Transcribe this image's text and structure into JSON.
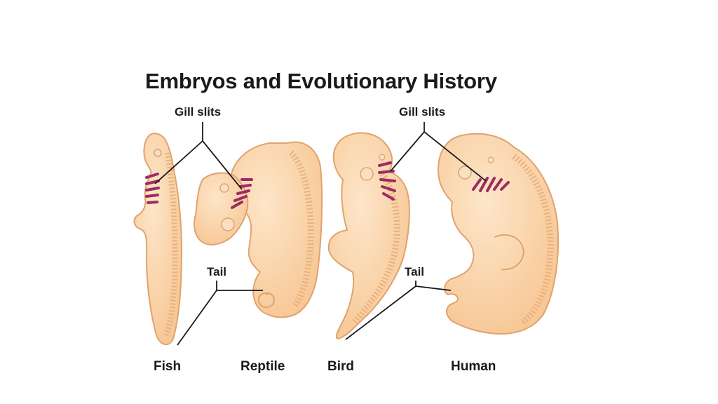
{
  "title": "Embryos and Evolutionary History",
  "labels": {
    "gill_slits_left": "Gill slits",
    "gill_slits_right": "Gill slits",
    "tail_left": "Tail",
    "tail_right": "Tail"
  },
  "embryos": [
    {
      "name": "Fish"
    },
    {
      "name": "Reptile"
    },
    {
      "name": "Bird"
    },
    {
      "name": "Human"
    }
  ],
  "colors": {
    "embryo_fill": "#fbd7ae",
    "embryo_outline": "#e0a36d",
    "gill_slits": "#9c2d63",
    "leader_lines": "#1a1a1a"
  }
}
